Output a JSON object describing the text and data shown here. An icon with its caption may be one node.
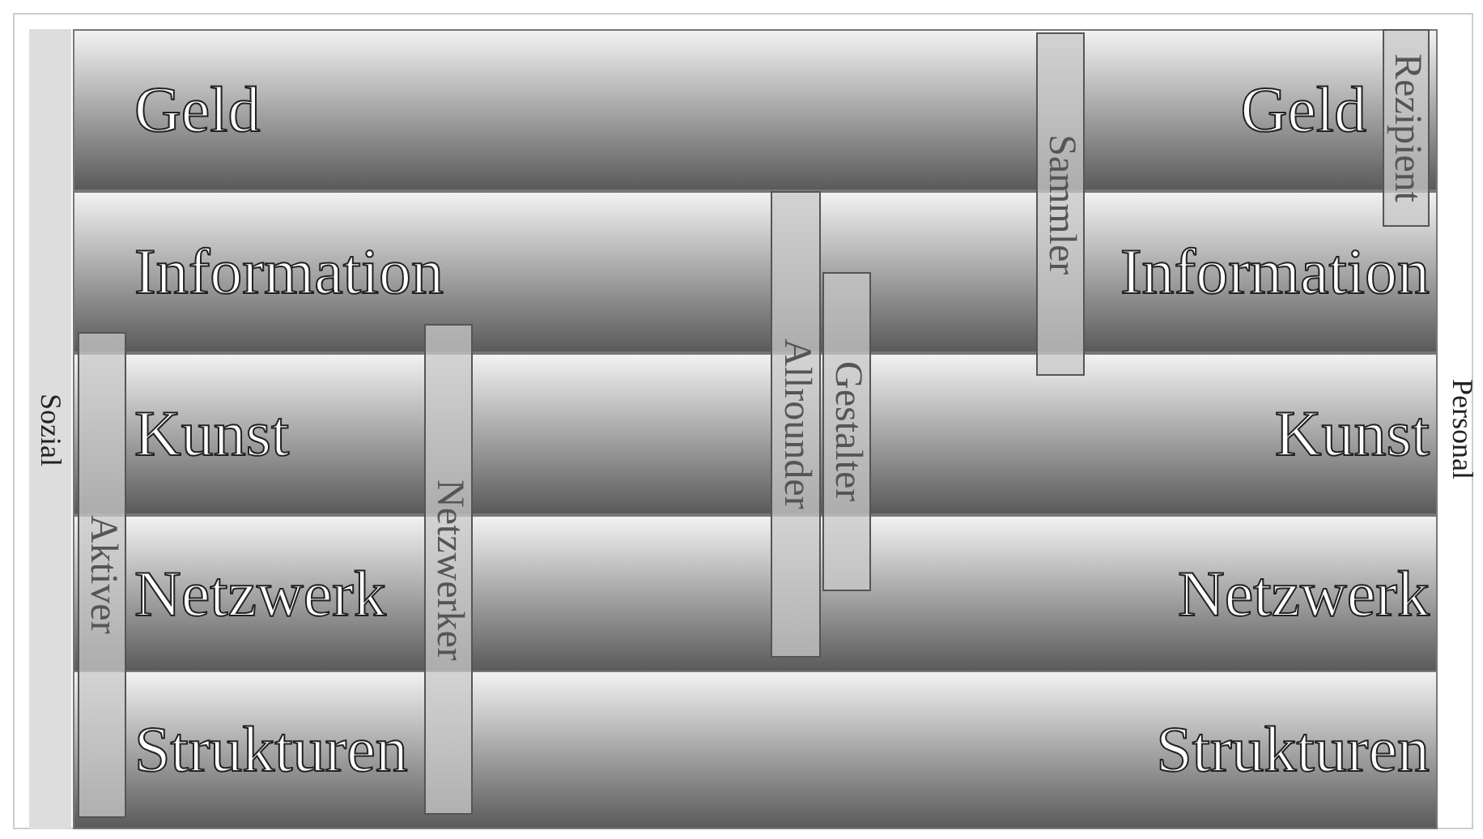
{
  "diagram": {
    "nodes": [
      {
        "text": [
          "Geld",
          "Geld"
        ]
      },
      {
        "text": [
          "Information",
          "Information"
        ]
      },
      {
        "text": [
          "Kunst",
          "Kunst"
        ]
      },
      {
        "text": [
          "Netzwerk",
          "Netzwerk"
        ]
      },
      {
        "text": [
          "Strukturen",
          "Strukturen"
        ]
      },
      {
        "text": [
          "Aktiver"
        ]
      },
      {
        "text": [
          "Netzwerker"
        ]
      },
      {
        "text": [
          "Allrounder"
        ]
      },
      {
        "text": [
          "Gestalter"
        ]
      },
      {
        "text": [
          "Sammler"
        ]
      },
      {
        "text": [
          "Rezipient"
        ]
      }
    ],
    "labels": [
      "Sozial",
      "Personal"
    ]
  }
}
